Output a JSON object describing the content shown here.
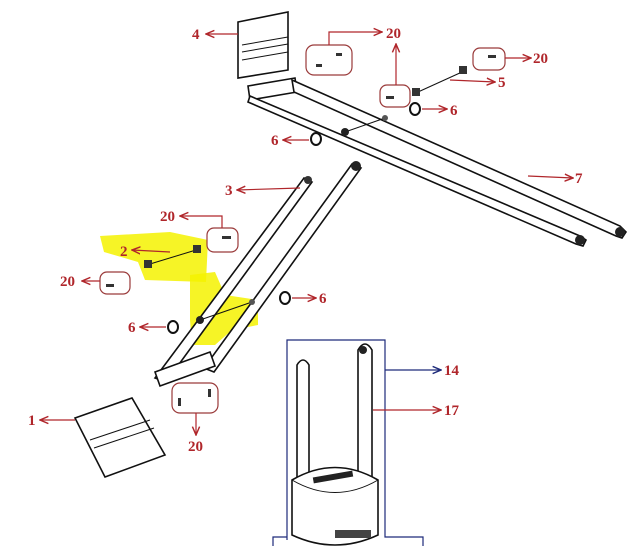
{
  "diagram": {
    "type": "exploded parts diagram",
    "colors": {
      "callout": "#b0262b",
      "outline_14": "#1d2a7a",
      "highlight": "#f4f200"
    },
    "callouts": {
      "part_1": "1",
      "part_2": "2",
      "part_3": "3",
      "part_4": "4",
      "part_5": "5",
      "part_6": "6",
      "part_7": "7",
      "part_14": "14",
      "part_17": "17",
      "part_20": "20"
    }
  }
}
